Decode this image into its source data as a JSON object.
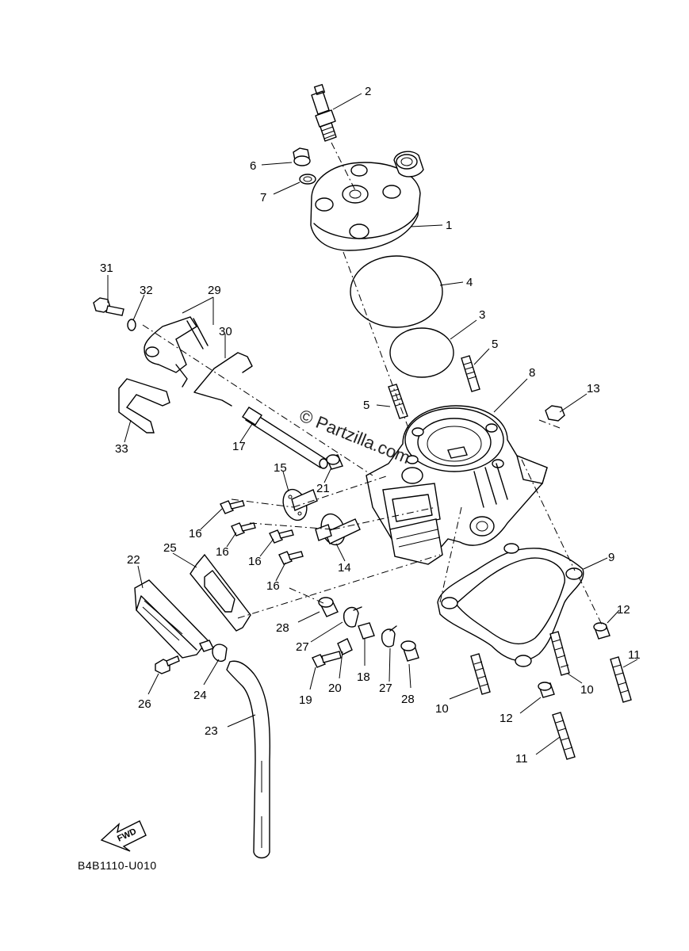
{
  "watermark": "© Partzilla.com",
  "diagram_code": "B4B1110-U010",
  "fwd_label": "FWD",
  "callouts": [
    "2",
    "6",
    "7",
    "1",
    "4",
    "3",
    "5",
    "5",
    "8",
    "13",
    "31",
    "32",
    "29",
    "30",
    "33",
    "17",
    "15",
    "21",
    "16",
    "16",
    "16",
    "16",
    "14",
    "9",
    "12",
    "22",
    "25",
    "28",
    "27",
    "18",
    "27",
    "28",
    "20",
    "19",
    "26",
    "24",
    "23",
    "10",
    "10",
    "12",
    "11",
    "11"
  ]
}
